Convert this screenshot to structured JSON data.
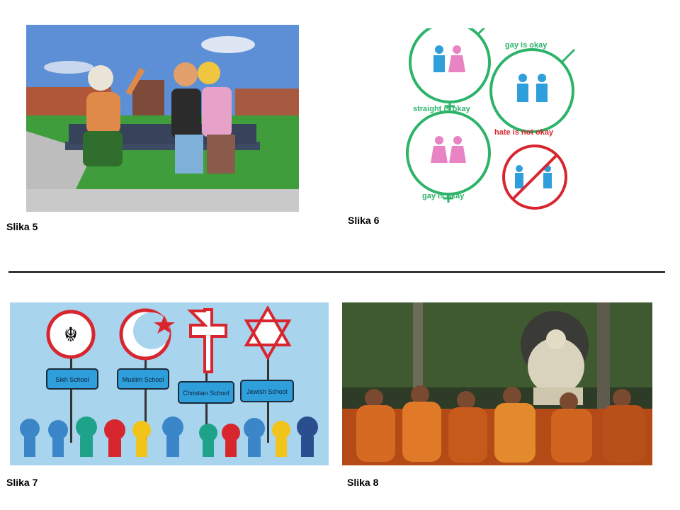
{
  "figures": [
    {
      "caption": "Slika 5"
    },
    {
      "caption": "Slika 6",
      "labels": {
        "gay_top": "gay is okay",
        "straight": "straight is okay",
        "hate": "hate is not okay",
        "gay_bottom": "gay is okay"
      }
    },
    {
      "caption": "Slika 7",
      "signs": [
        "Sikh School",
        "Muslim School",
        "Christian School",
        "Jewish School"
      ]
    },
    {
      "caption": "Slika 8"
    }
  ],
  "colors": {
    "green": "#2db36a",
    "blue": "#2f9fdc",
    "pink": "#e884c3",
    "red": "#d8262f"
  }
}
